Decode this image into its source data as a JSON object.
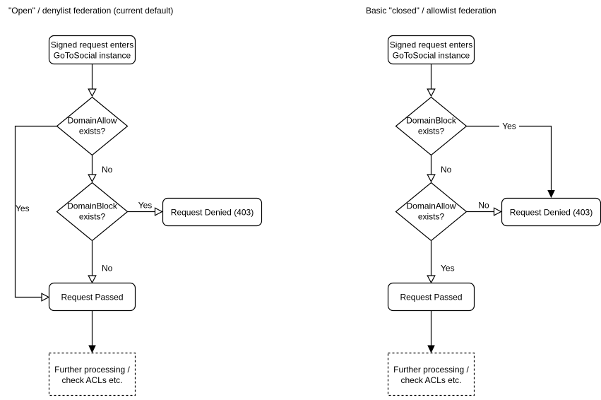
{
  "colors": {
    "stroke": "#000000",
    "text": "#000000",
    "background": "#ffffff"
  },
  "left": {
    "title": "\"Open\" / denylist federation (current default)",
    "start": {
      "line1": "Signed request enters",
      "line2": "GoToSocial instance"
    },
    "decision1": {
      "line1": "DomainAllow",
      "line2": "exists?",
      "no_label": "No",
      "yes_label": "Yes"
    },
    "decision2": {
      "line1": "DomainBlock",
      "line2": "exists?",
      "yes_label": "Yes",
      "no_label": "No"
    },
    "denied": "Request Denied (403)",
    "passed": "Request Passed",
    "further": {
      "line1": "Further processing /",
      "line2": "check ACLs etc."
    }
  },
  "right": {
    "title": "Basic \"closed\" / allowlist federation",
    "start": {
      "line1": "Signed request enters",
      "line2": "GoToSocial instance"
    },
    "decision1": {
      "line1": "DomainBlock",
      "line2": "exists?",
      "yes_label": "Yes",
      "no_label": "No"
    },
    "decision2": {
      "line1": "DomainAllow",
      "line2": "exists?",
      "no_label": "No",
      "yes_label": "Yes"
    },
    "denied": "Request Denied (403)",
    "passed": "Request Passed",
    "further": {
      "line1": "Further processing /",
      "line2": "check ACLs etc."
    }
  }
}
